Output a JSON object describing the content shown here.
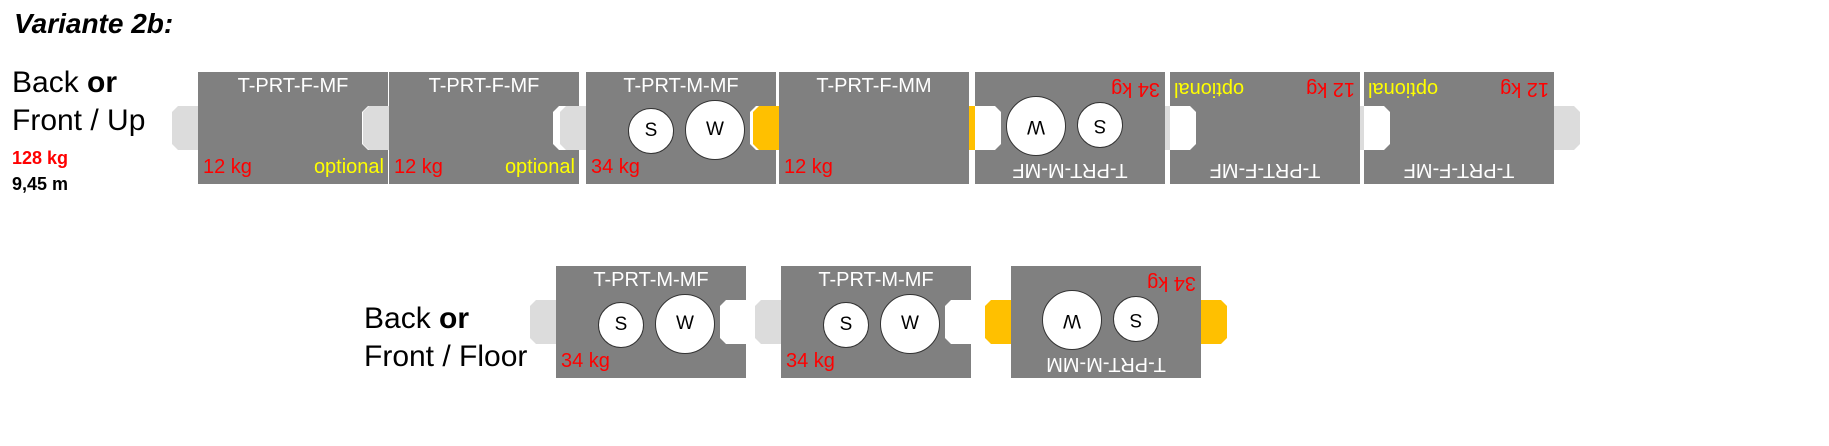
{
  "title": "Variante 2b:",
  "top_group": {
    "label_line1_a": "Back ",
    "label_line1_b": "or",
    "label_line2": "Front / Up",
    "weight_total": "128 kg",
    "length_total": "9,45 m"
  },
  "bottom_group": {
    "label_line1_a": "Back ",
    "label_line1_b": "or",
    "label_line2": "Front / Floor"
  },
  "colors": {
    "module_body": "#808080",
    "female_tab": "#dcdcdc",
    "male_tab": "#ffc000",
    "weight_text": "#ff0000",
    "optional_text": "#ffff00"
  },
  "modules": [
    {
      "id": "t1",
      "name": "T-PRT-F-MF",
      "weight": "12 kg",
      "optional": "optional",
      "s": "",
      "w": ""
    },
    {
      "id": "t2",
      "name": "T-PRT-F-MF",
      "weight": "12 kg",
      "optional": "optional",
      "s": "",
      "w": ""
    },
    {
      "id": "t3",
      "name": "T-PRT-M-MF",
      "weight": "34 kg",
      "optional": "",
      "s": "S",
      "w": "W"
    },
    {
      "id": "t4",
      "name": "T-PRT-F-MM",
      "weight": "12 kg",
      "optional": "",
      "s": "",
      "w": ""
    },
    {
      "id": "t5",
      "name": "T-PRT-M-MF",
      "weight": "34 kg",
      "optional": "",
      "s": "S",
      "w": "W"
    },
    {
      "id": "t6",
      "name": "T-PRT-F-MF",
      "weight": "12 kg",
      "optional": "optional",
      "s": "",
      "w": ""
    },
    {
      "id": "t7",
      "name": "T-PRT-F-MF",
      "weight": "12 kg",
      "optional": "optional",
      "s": "",
      "w": ""
    },
    {
      "id": "b1",
      "name": "T-PRT-M-MF",
      "weight": "34 kg",
      "optional": "",
      "s": "S",
      "w": "W"
    },
    {
      "id": "b2",
      "name": "T-PRT-M-MF",
      "weight": "34 kg",
      "optional": "",
      "s": "S",
      "w": "W"
    },
    {
      "id": "b3",
      "name": "T-PRT-M-MM",
      "weight": "34 kg",
      "optional": "",
      "s": "S",
      "w": "W"
    }
  ]
}
